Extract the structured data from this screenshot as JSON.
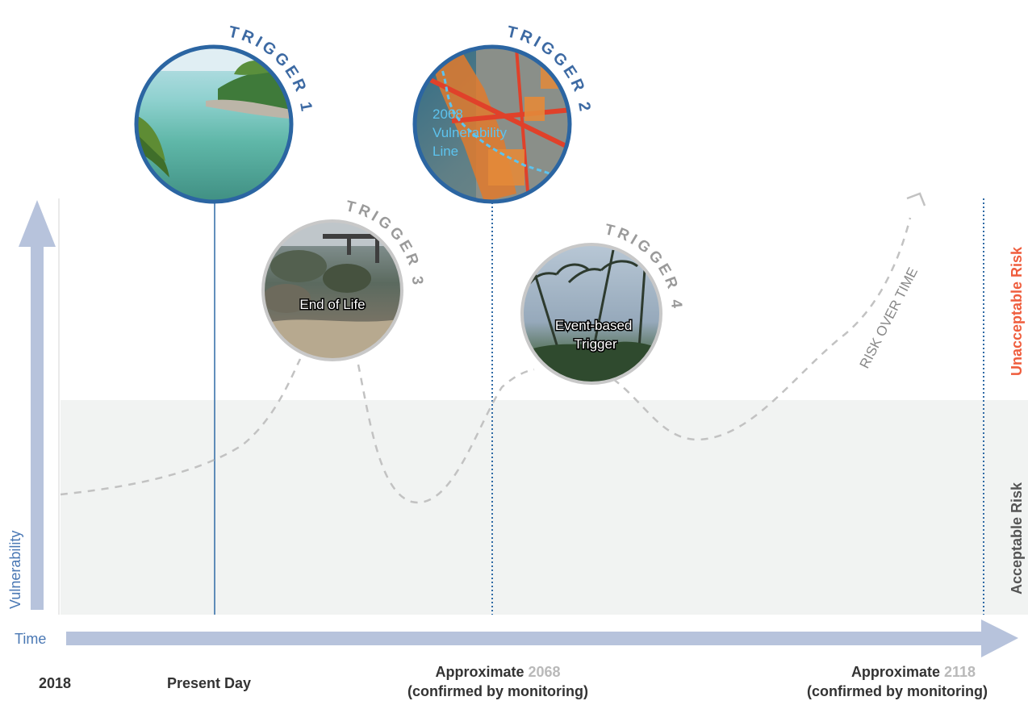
{
  "diagram": {
    "title": "",
    "axes": {
      "y_label": "Vulnerability",
      "x_label": "Time"
    },
    "zones": {
      "upper": "Unacceptable Risk",
      "lower": "Acceptable Risk"
    },
    "curve_label": "RISK OVER TIME",
    "timeline": {
      "start": "2018",
      "present": "Present Day",
      "mid_prefix": "Approximate",
      "mid_year": "2068",
      "mid_note": "(confirmed by monitoring)",
      "end_prefix": "Approximate",
      "end_year": "2118",
      "end_note": "(confirmed by monitoring)"
    },
    "triggers": [
      {
        "title": "TRIGGER 1",
        "caption": ""
      },
      {
        "title": "TRIGGER 2",
        "caption": "2068 Vulnerability Line"
      },
      {
        "title": "TRIGGER 3",
        "caption": "End of Life"
      },
      {
        "title": "TRIGGER 4",
        "caption": "Event-based Trigger"
      }
    ],
    "colors": {
      "axis": "#b7c3dc",
      "blue_title": "#3d6aa3",
      "grey_title": "#9a9a9a",
      "acceptable_bg": "#f1f3f2",
      "unacceptable": "#ef5d3d",
      "acceptable_text": "#555555",
      "caption_blue": "#5dc3ee",
      "curve": "#bcbcbc"
    }
  }
}
